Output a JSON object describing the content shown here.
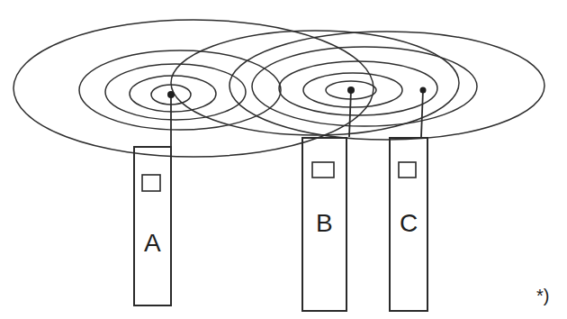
{
  "diagram": {
    "nodes": [
      {
        "text": [
          "A"
        ]
      },
      {
        "text": [
          "B"
        ]
      },
      {
        "text": [
          "C"
        ]
      }
    ],
    "labels": [
      "*)"
    ]
  }
}
